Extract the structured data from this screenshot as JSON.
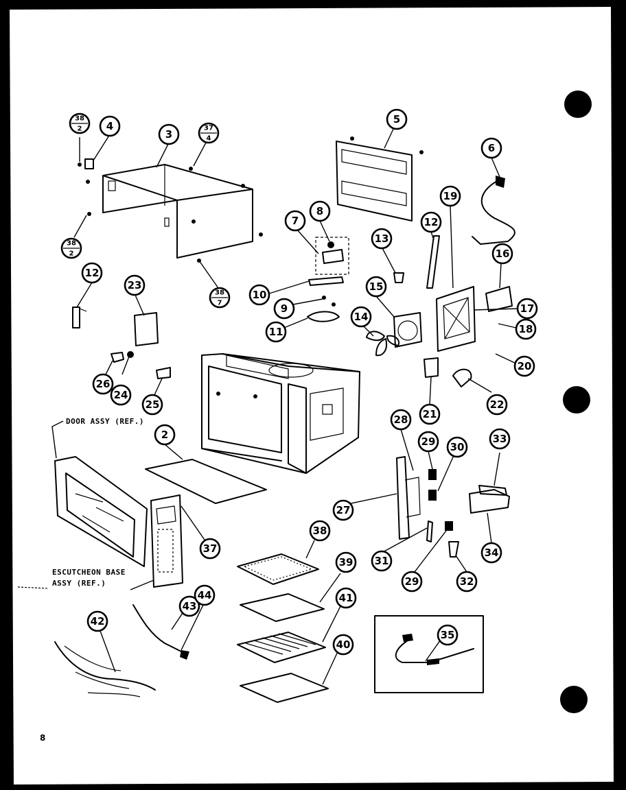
{
  "labels": {
    "door_assy": "DOOR ASSY (REF.)",
    "escutcheon_line1": "ESCUTCHEON BASE",
    "escutcheon_line2": "ASSY (REF.)",
    "page_number": "8"
  },
  "callouts": {
    "c2": "2",
    "c3": "3",
    "c4": "4",
    "c5": "5",
    "c6": "6",
    "c7": "7",
    "c8": "8",
    "c9": "9",
    "c10": "10",
    "c11": "11",
    "c12a": "12",
    "c12b": "12",
    "c13": "13",
    "c14": "14",
    "c15": "15",
    "c16": "16",
    "c17": "17",
    "c18": "18",
    "c19": "19",
    "c20": "20",
    "c21": "21",
    "c22": "22",
    "c23": "23",
    "c24": "24",
    "c25": "25",
    "c26": "26",
    "c27": "27",
    "c28": "28",
    "c29a": "29",
    "c29b": "29",
    "c30": "30",
    "c31": "31",
    "c32": "32",
    "c33": "33",
    "c34": "34",
    "c35": "35",
    "c37": "37",
    "c38": "38",
    "c39": "39",
    "c40": "40",
    "c41": "41",
    "c42": "42",
    "c43": "43",
    "c44": "44"
  },
  "fraction_callouts": {
    "f1": {
      "top": "38",
      "bottom": "2"
    },
    "f2": {
      "top": "37",
      "bottom": "4"
    },
    "f3": {
      "top": "38",
      "bottom": "2"
    },
    "f4": {
      "top": "38",
      "bottom": "7"
    }
  }
}
